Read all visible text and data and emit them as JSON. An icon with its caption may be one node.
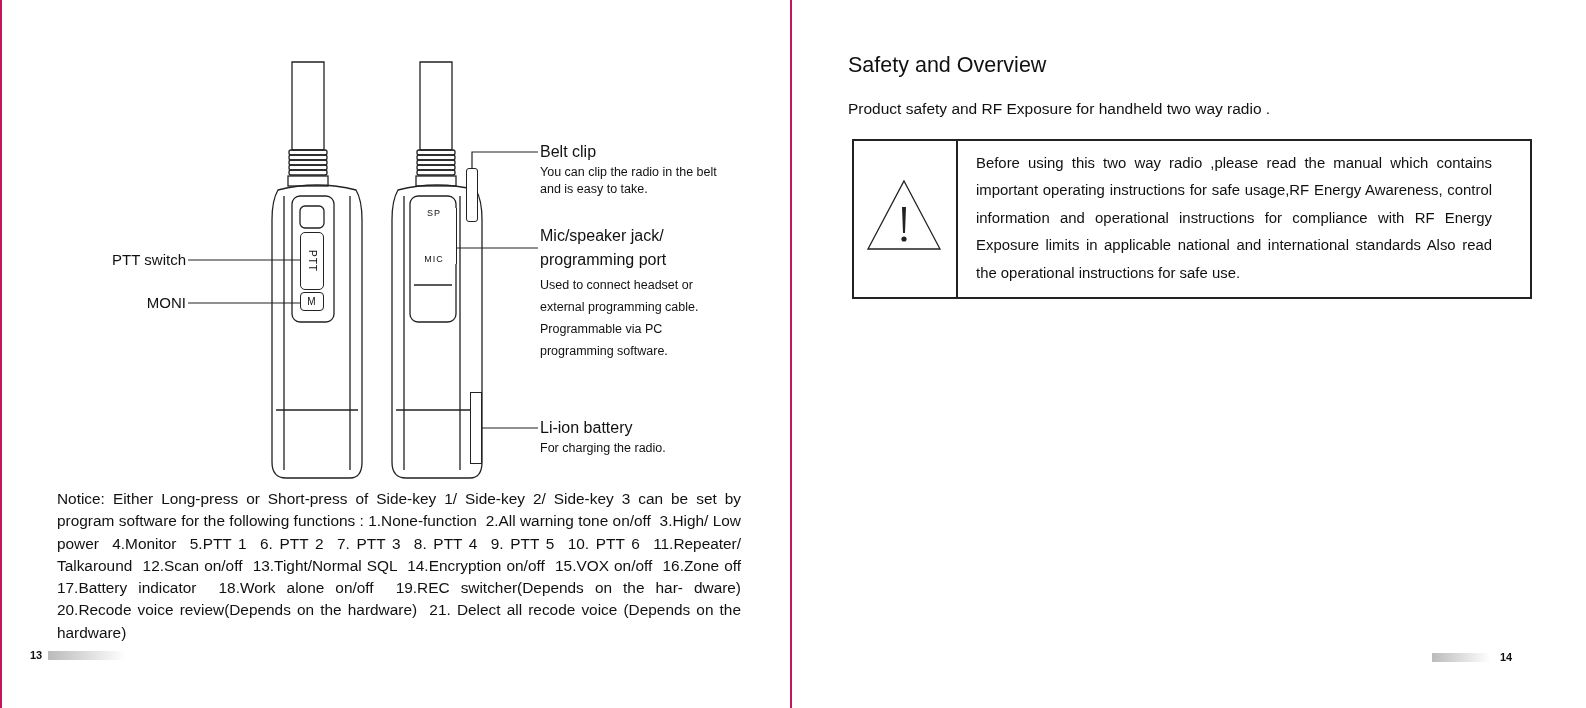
{
  "diagram": {
    "title": "Safety and Overview",
    "nodes": [
      {
        "text": [
          "PTT  switch"
        ]
      },
      {
        "text": [
          "PTT"
        ]
      },
      {
        "text": [
          "MONI"
        ]
      },
      {
        "text": [
          "M"
        ]
      },
      {
        "text": [
          "Belt clip",
          "You can clip the radio in the belt and is easy to take."
        ]
      },
      {
        "text": [],
        "shape": "bar"
      },
      {
        "text": [
          "Mic/speaker jack/ programming port",
          "Used to connect headset or external programming cable. Programmable via PC programming software."
        ]
      },
      {
        "text": [
          "SP",
          "MIC"
        ]
      },
      {
        "text": [
          "Li-ion battery",
          "For charging the radio."
        ]
      },
      {
        "text": [],
        "shape": "box"
      },
      {
        "text": [
          "Before using this two way radio ,please read the manual which contains important operating instructions for safe usage,RF Energy Awareness, control information and operational instructions for compliance with RF Energy Exposure limits in applicable national and international standards Also read the operational instructions for safe use."
        ]
      }
    ],
    "edges": [
      {
        "from": 0,
        "to": 1,
        "arrow": "none"
      },
      {
        "from": 2,
        "to": 3,
        "arrow": "none"
      },
      {
        "from": 4,
        "to": 5,
        "arrow": "none"
      },
      {
        "from": 6,
        "to": 7,
        "arrow": "none"
      },
      {
        "from": 8,
        "to": 9,
        "arrow": "none"
      }
    ],
    "labels": [
      "Product safety and RF Exposure for handheld two way radio .",
      "Notice: Either Long-press or Short-press of Side-key 1/ Side-key 2/ Side-key 3 can be set by program software for the following functions : 1.None-function  2.All warning tone on/off  3.High/ Low power  4.Monitor  5.PTT 1  6. PTT 2  7. PTT 3  8. PTT 4  9. PTT 5  10. PTT 6  11.Repeater/ Talkaround  12.Scan on/off  13.Tight/Normal SQL  14.Encryption on/off  15.VOX on/off  16.Zone off  17.Battery indicator  18.Work alone on/off  19.REC switcher(Depends on the har- dware)  20.Recode voice review(Depends on the hardware)  21. Delect all recode voice (Depends on the hardware)",
      "13",
      "14"
    ]
  }
}
